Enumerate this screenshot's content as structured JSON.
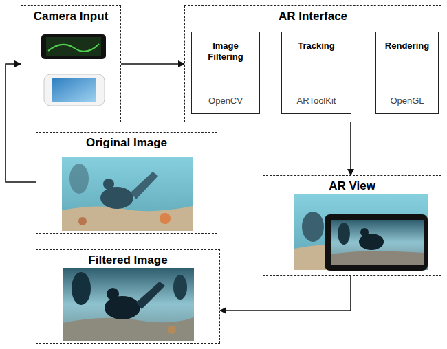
{
  "diagram": {
    "nodes": [
      {
        "text": [
          "Camera Input"
        ]
      },
      {
        "text": [
          "AR Interface"
        ]
      },
      {
        "text": [
          "Image Filtering",
          "OpenCV"
        ],
        "in": 1
      },
      {
        "text": [
          "Tracking",
          "ARToolKit"
        ],
        "in": 1
      },
      {
        "text": [
          "Rendering",
          "OpenGL"
        ],
        "in": 1
      },
      {
        "text": [
          "Original Image"
        ]
      },
      {
        "text": [
          "AR View"
        ]
      },
      {
        "text": [
          "Filtered Image"
        ]
      }
    ],
    "edges": [
      {
        "from": 0,
        "to": 1,
        "arrow": "to"
      },
      {
        "from": 5,
        "to": 0,
        "arrow": "to"
      },
      {
        "from": 1,
        "to": 6,
        "arrow": "to"
      },
      {
        "from": 6,
        "to": 7,
        "arrow": "to"
      }
    ]
  }
}
